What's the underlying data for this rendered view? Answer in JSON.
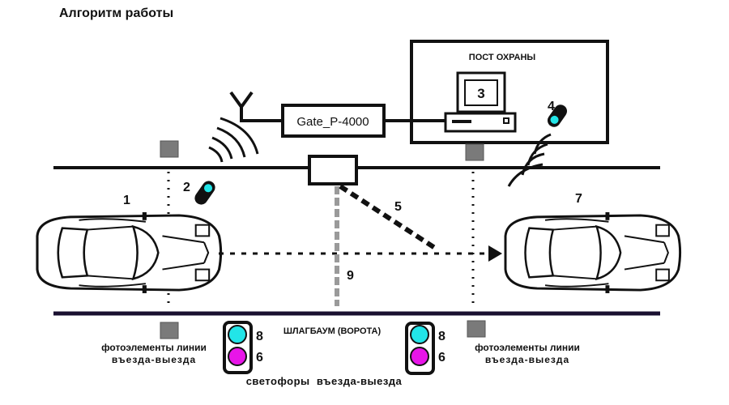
{
  "title": "Алгоритм работы",
  "guard_post": {
    "label": "ПОСТ ОХРАНЫ",
    "computer_number": "3",
    "remote_number": "4"
  },
  "controller": {
    "label": "Gate_P-4000"
  },
  "car_entry": {
    "number": "1"
  },
  "remote_entry": {
    "number": "2"
  },
  "signal_line": {
    "number": "5"
  },
  "car_exit": {
    "number": "7"
  },
  "barrier": {
    "number": "9",
    "label": "ШЛАГБАУМ (ВОРОТА)"
  },
  "traffic_lights": {
    "caption": "светофоры  въезда-выезда",
    "green_number": "8",
    "red_number": "6",
    "colors": {
      "green": "#22e5e8",
      "red": "#e815e8"
    }
  },
  "photocells": {
    "line1": "фотоэлементы линии",
    "line2": "въезда-выезда"
  },
  "colors": {
    "road": "#111111",
    "sensor": "#7a7a7a",
    "barrier": "#9a9a9a"
  }
}
